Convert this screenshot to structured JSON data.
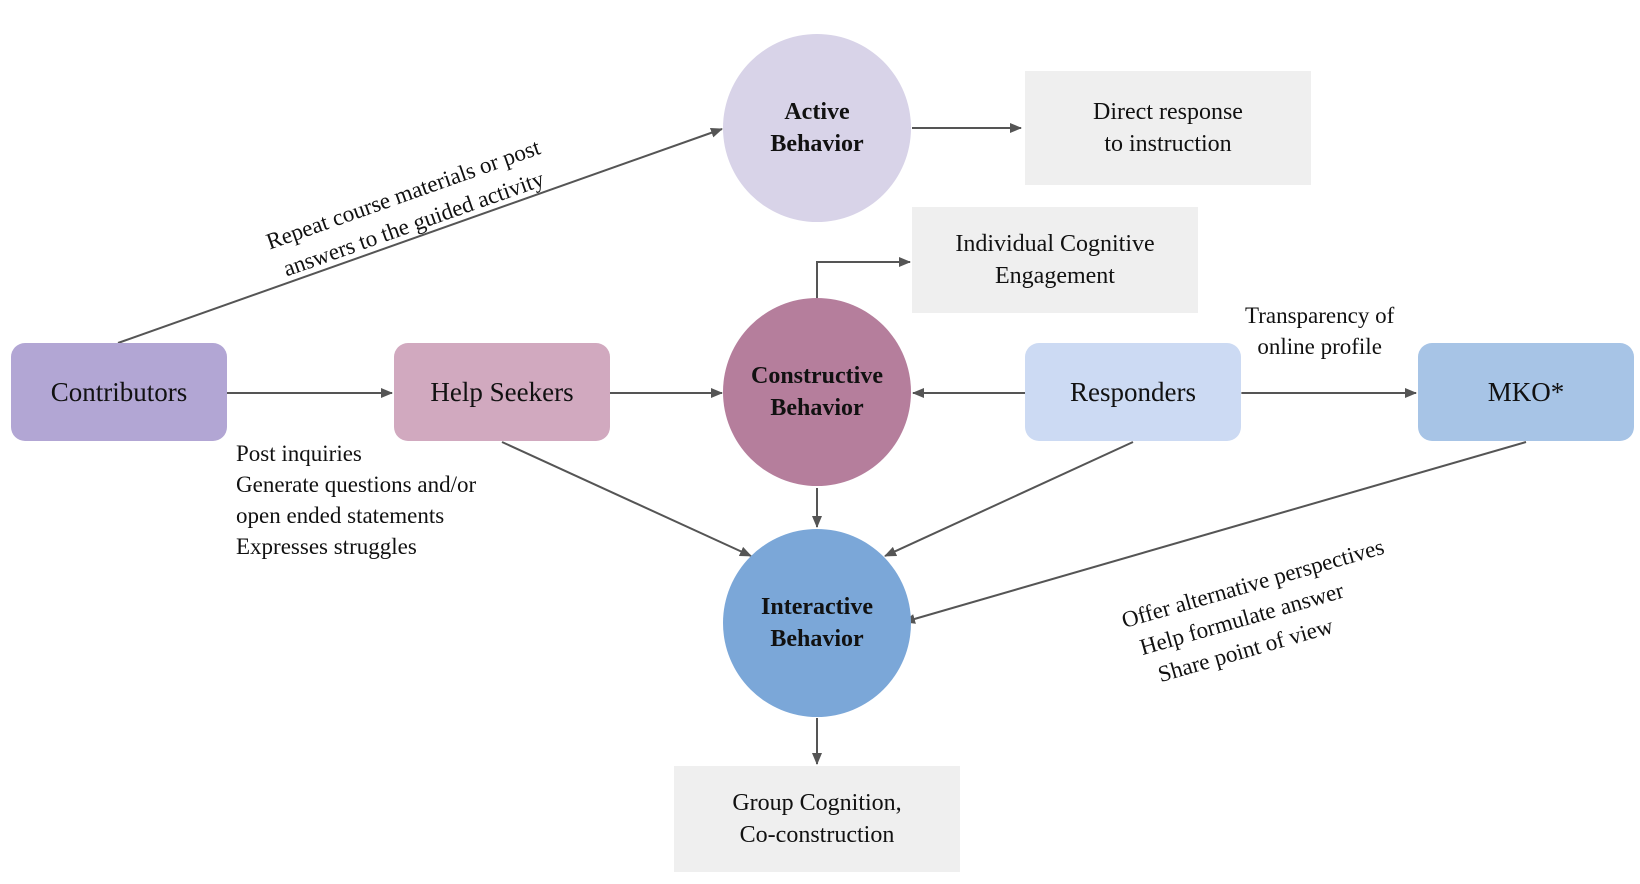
{
  "nodes": {
    "active": {
      "lines": [
        "Active",
        "Behavior"
      ],
      "color": "#d8d3e8"
    },
    "constructive": {
      "lines": [
        "Constructive",
        "Behavior"
      ],
      "color": "#b57e9c"
    },
    "interactive": {
      "lines": [
        "Interactive",
        "Behavior"
      ],
      "color": "#7ba7d8"
    },
    "contributors": {
      "label": "Contributors",
      "color": "#b2a6d4"
    },
    "help_seekers": {
      "label": "Help Seekers",
      "color": "#d1a9bf"
    },
    "responders": {
      "label": "Responders",
      "color": "#ccdaf3"
    },
    "mko": {
      "label": "MKO*",
      "color": "#a7c4e6"
    },
    "direct_response": {
      "lines": [
        "Direct response",
        "to instruction"
      ]
    },
    "individual": {
      "lines": [
        "Individual Cognitive",
        "Engagement"
      ]
    },
    "group": {
      "lines": [
        "Group Cognition,",
        "Co-construction"
      ]
    }
  },
  "annotations": {
    "contributors_edge": [
      "Repeat course materials or post",
      "answers to the guided activity"
    ],
    "help_seekers": [
      "Post inquiries",
      "Generate questions and/or",
      "open ended statements",
      "Expresses struggles"
    ],
    "transparency": [
      "Transparency of",
      "online profile"
    ],
    "mko_edge": [
      "Offer alternative perspectives",
      "Help formulate answer",
      "Share point of view"
    ]
  },
  "colors": {
    "arrow": "#555555"
  }
}
